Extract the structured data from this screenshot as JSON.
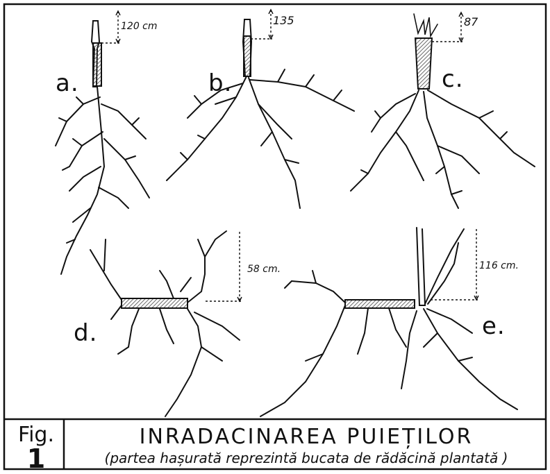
{
  "labels": {
    "a": "a.",
    "b": "b.",
    "c": "c.",
    "d": "d.",
    "e": "e."
  },
  "measurements": {
    "a": "120 cm",
    "b": "135",
    "c": "87",
    "d": "58 cm.",
    "e": "116 cm."
  },
  "caption": {
    "fig_word": "Fig.",
    "fig_number": "1",
    "title": "INRADACINAREA PUIEȚILOR",
    "subtitle": "(partea hașurată reprezintă bucata de rădăcină plantată )"
  },
  "colors": {
    "ink": "#111111",
    "hatch": "#555555",
    "paper": "#ffffff"
  }
}
